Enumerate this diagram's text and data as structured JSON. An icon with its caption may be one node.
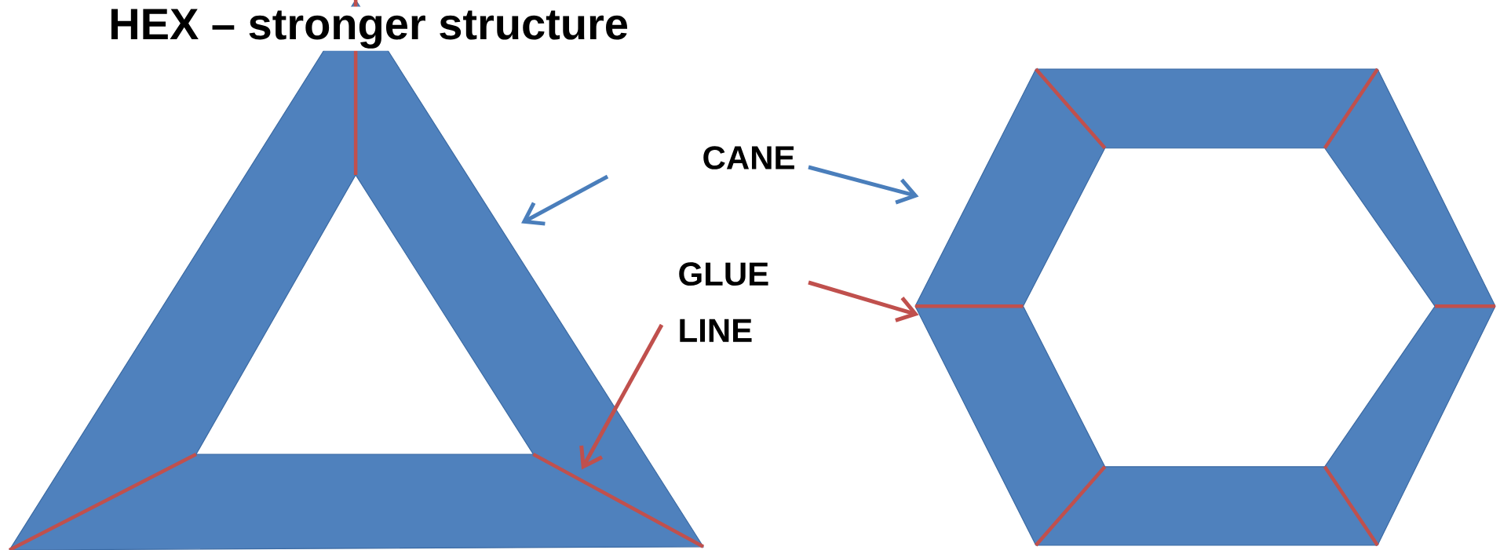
{
  "diagram": {
    "title": "HEX – stronger structure",
    "nodes": [
      {
        "text": [
          "CANE"
        ]
      },
      {
        "text": [
          "GLUE LINE"
        ]
      },
      {
        "text": [],
        "shape": "triangle"
      },
      {
        "text": [],
        "shape": "hexagon"
      }
    ],
    "edges": [
      {
        "from": 0,
        "to": 2,
        "arrow": "to",
        "color": "#4a7ebb"
      },
      {
        "from": 0,
        "to": 3,
        "arrow": "to",
        "color": "#4a7ebb"
      },
      {
        "from": 1,
        "to": 3,
        "arrow": "to",
        "color": "#c0504d"
      },
      {
        "from": 1,
        "to": 2,
        "arrow": "to",
        "color": "#c0504d"
      }
    ]
  }
}
